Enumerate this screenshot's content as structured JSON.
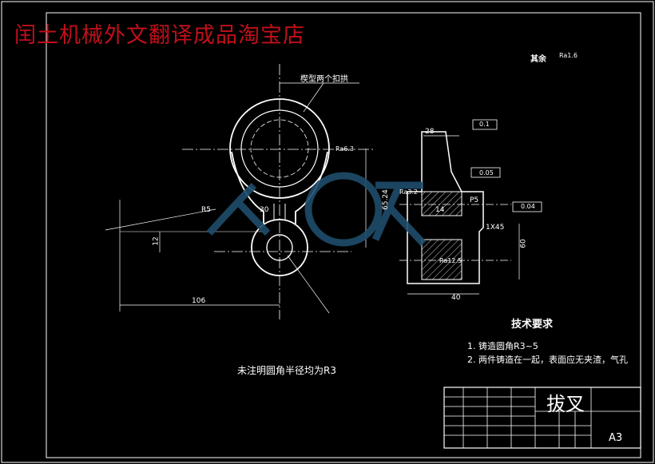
{
  "watermark_title": "闰土机械外文翻译成品淘宝店",
  "drawing": {
    "top_label": "楔型两个扣拱",
    "other_surfaces_label": "其余",
    "radius_note": "未注明圆角半径均为R3",
    "tech_title": "技术要求",
    "tech_items": [
      "1. 铸造圆角R3~5",
      "2. 两件铸造在一起，表面应无夹渣，气孔"
    ],
    "part_name": "拔叉",
    "sheet_size": "A3",
    "dimensions": [
      "R5",
      "30",
      "65.24",
      "12",
      "106",
      "40",
      "1X45",
      "60",
      "28",
      "14",
      "P5",
      "0.05",
      "0.1",
      "0.04"
    ],
    "surface_marks": [
      "Ra6.3",
      "Ra3.2",
      "Ra12.5",
      "Ra1.6"
    ]
  },
  "colors": {
    "background": "#000000",
    "lines": "#ffffff",
    "watermark": "#c0101a",
    "logo": "#1f4d6b"
  }
}
